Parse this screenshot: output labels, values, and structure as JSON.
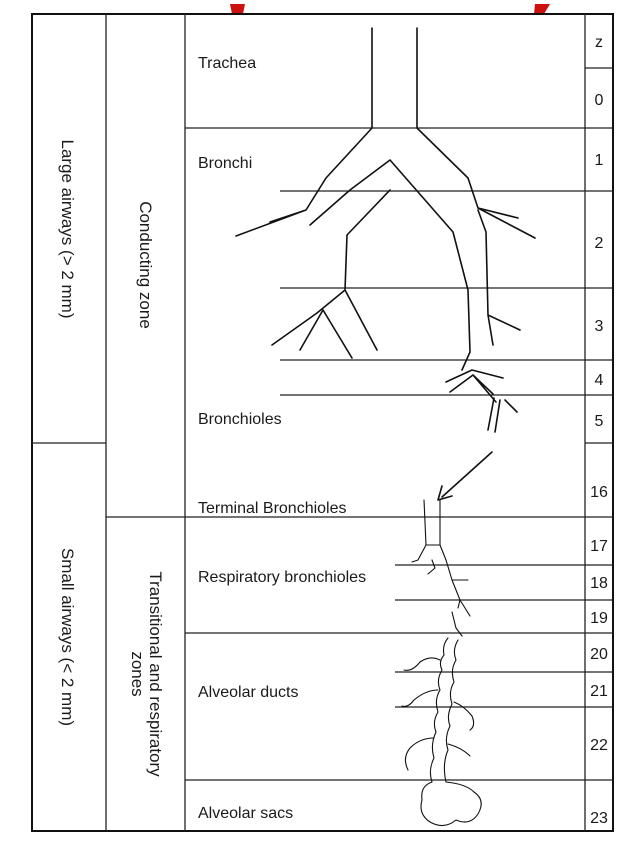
{
  "header_colors": {
    "accent": "#cc1111"
  },
  "outer_labels": {
    "large": "Large airways (> 2 mm)",
    "small": "Small airways (< 2 mm)"
  },
  "zone_labels": {
    "conducting": "Conducting zone",
    "transitional_line1": "Transitional and respiratory",
    "transitional_line2": "zones"
  },
  "row_labels": {
    "trachea": "Trachea",
    "bronchi": "Bronchi",
    "bronchioles": "Bronchioles",
    "terminal": "Terminal Bronchioles",
    "respiratory": "Respiratory bronchioles",
    "ducts": "Alveolar ducts",
    "sacs": "Alveolar sacs"
  },
  "generation_header": "z",
  "generations": [
    "0",
    "1",
    "2",
    "3",
    "4",
    "5",
    "16",
    "17",
    "18",
    "19",
    "20",
    "21",
    "22",
    "23"
  ]
}
